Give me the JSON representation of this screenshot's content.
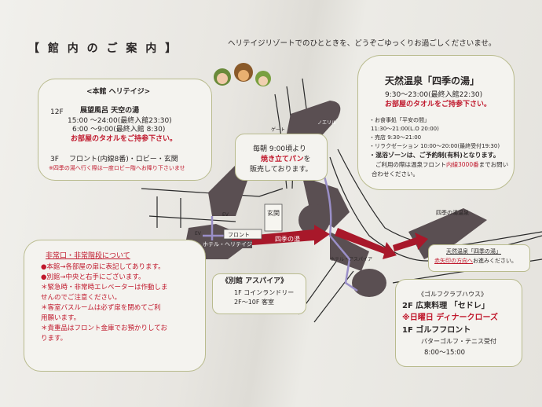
{
  "title": "【 館 内 の ご 案 内 】",
  "welcome": "ヘリテイジリゾートでのひとときを、どうぞごゆっくりお過ごしくださいませ。",
  "honkan": {
    "heading": "<本館 ヘリテイジ>",
    "floor12": "12F",
    "bath_name": "展望風呂 天空の湯",
    "hours1": "15:00 ～24:00(最終入館23:30)",
    "hours2": "6:00 ～9:00(最終入館 8:30)",
    "towel": "お部屋のタオルをご持参下さい。",
    "floor3": "3F",
    "front": "フロント(内線8番)・ロビー・玄関",
    "note": "※四季の湯へ行く際は一度ロビー階へお降り下さいませ"
  },
  "onsen": {
    "title": "天然温泉「四季の湯」",
    "hours": "9:30～23:00(最終入館22:30)",
    "towel": "お部屋のタオルをご持参下さい。",
    "dining": "・お食事処「平安の間」",
    "dining_hours": "11:30～21:00(L.O 20:00)",
    "shop": "・売店 9:30～21:00",
    "relax": "・リラクゼーション 10:00～20:00(最終受付19:30)",
    "mixed": "・混浴ゾーンは、ご予約制(有料)となります。",
    "contact_pre": "ご利用の際は温泉フロント",
    "contact_ext": "内線3000番",
    "contact_post": "までお問い",
    "contact_end": "合わせください。"
  },
  "bakery": {
    "line1": "毎朝 9:00頃より",
    "line2_red": "焼き立てパン",
    "line2_post": "を",
    "line3": "販売しております。"
  },
  "emergency": {
    "heading": "非常口・非常階段について",
    "lines": [
      "●本館→各部屋の扉に表記してあります。",
      "●別館→中央と右手にございます。",
      "＊緊急時・非常時エレベーターは作動しま",
      "せんのでご注意ください。",
      "＊客室バスルームは必ず扉を閉めてご利",
      "用願います。",
      "＊貴重品はフロント金庫でお預かりしてお",
      "ります。"
    ]
  },
  "annex": {
    "heading": "《別館 アスパイア》",
    "line1": "1F コインランドリー",
    "line2": "2F～10F 客室"
  },
  "golf": {
    "heading": "《ゴルフクラブハウス》",
    "line1": "2F 広東料理 「セドレ」",
    "closed": "※日曜日 ディナークローズ",
    "line2": "1F ゴルフフロント",
    "line3": "パターゴルフ・テニス受付",
    "hours": "8:00～15:00"
  },
  "direction": {
    "title": "天然温泉「四季の湯」",
    "red": "赤矢印の方向へ",
    "rest": "お進みください。"
  },
  "map_labels": {
    "front": "フロント",
    "hotel_heritage": "ホテル・ヘリテイジ",
    "shiki_arrow": "四季の湯",
    "genkan": "玄関",
    "hotel_aspire": "ホテル・アスパイア",
    "shiki_onsen": "四季の湯温泉",
    "gate": "ゲート",
    "noeriru": "ノエリル",
    "ev1": "EV",
    "ev2": "EV"
  },
  "colors": {
    "paper": "#ecebe6",
    "building": "#5a4f52",
    "arrow": "#a8182a",
    "path": "#9a8fc8",
    "border": "#b9bb8e"
  }
}
